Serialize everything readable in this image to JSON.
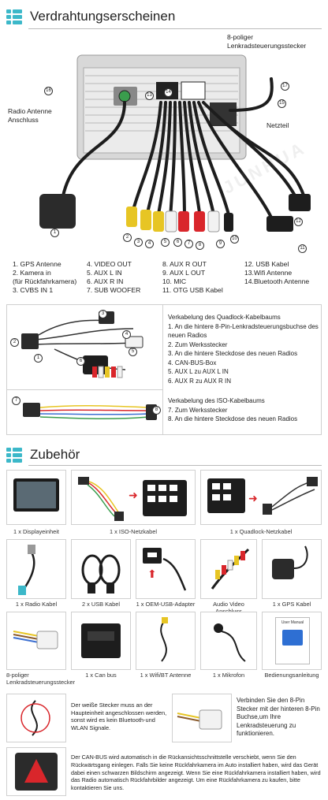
{
  "section1": {
    "title": "Verdrahtungserscheinen"
  },
  "wiring": {
    "top_label": "8-poliger\nLenkradsteuerungsstecker",
    "left_label": "Radio Antenne\nAnschluss",
    "right_label": "Netzteil",
    "watermark": "JUNHUA",
    "markers": [
      "1",
      "2",
      "3",
      "4",
      "5",
      "6",
      "7",
      "8",
      "9",
      "10",
      "11",
      "12",
      "13",
      "14",
      "15",
      "16",
      "17"
    ]
  },
  "legend": {
    "col1": [
      "1. GPS Antenne",
      "2. Kamera in",
      "(für Rückfahrkamera)",
      "3. CVBS IN 1"
    ],
    "col2": [
      "4. VIDEO OUT",
      "5. AUX L IN",
      "6. AUX R IN",
      "7. SUB WOOFER"
    ],
    "col3": [
      "8. AUX R OUT",
      "9. AUX L OUT",
      "10. MIC",
      "11. OTG USB Kabel"
    ],
    "col4": [
      "12. USB Kabel",
      "13.Wifi Antenne",
      "14.Bluetooth Antenne",
      ""
    ]
  },
  "quadlock": {
    "heading": "Verkabelung des Quadlock-Kabelbaums",
    "items": [
      "1. An die hintere 8-Pin-Lenkradsteuerungsbuchse des neuen Radios",
      "2. Zum Werksstecker",
      "3. An die hintere Steckdose des neuen Radios",
      "4. CAN-BUS-Box",
      "5. AUX L zu AUX L IN",
      "6. AUX R zu AUX R IN"
    ],
    "markers": [
      "1",
      "2",
      "3",
      "4",
      "5",
      "6"
    ]
  },
  "iso": {
    "heading": "Verkabelung des ISO-Kabelbaums",
    "items": [
      "7. Zum Werksstecker",
      "8. An die hintere Steckdose des neuen Radios"
    ],
    "markers": [
      "7",
      "8"
    ]
  },
  "section2": {
    "title": "Zubehör"
  },
  "accessories": [
    {
      "caption": "1 x Displayeinheit"
    },
    {
      "caption": "1 x ISO-Netzkabel"
    },
    {
      "caption": "1 x Quadlock-Netzkabel"
    },
    {
      "caption": "1 x Radio Kabel"
    },
    {
      "caption": "2 x USB Kabel"
    },
    {
      "caption": "1 x OEM-USB-Adapter"
    },
    {
      "caption": "Audio Video Anschluss"
    },
    {
      "caption": "1 x GPS Kabel"
    },
    {
      "caption": "8-poliger\nLenkradsteuerungsstecker"
    },
    {
      "caption": "1 x Can bus"
    },
    {
      "caption": "1 x Wifi/BT  Antenne"
    },
    {
      "caption": "1 x Mikrofon"
    },
    {
      "caption": "Bedienungsanleitung"
    }
  ],
  "manual_label": "User Manual",
  "notes": [
    {
      "text": "Der weiße Stecker muss an der Haupteinheit angeschlossen werden, sonst wird es kein Bluetooth-und WLAN Signale."
    },
    {
      "text": "Verbinden Sie den 8-Pin Stecker mit der hinteren 8-Pin Buchse,um Ihre Lenkradsteuerung zu funktionieren."
    },
    {
      "text": "Der CAN-BUS wird automatisch in die Rückansichtsschnittstelle verschiebt, wenn Sie den Rückwärtsgang einlegen. Falls Sie keine Rückfahrkamera im Auto installiert haben, wird das Gerät dabei einen schwarzen Bildschirm angezeigt. Wenn Sie eine Rückfahrkamera installiert haben, wird das Radio automatisch Rückfahrbilder angezeigt. Um eine Rückfahrkamera zu kaufen, bitte kontaktieren Sie uns."
    }
  ],
  "colors": {
    "accent": "#3cb8c9",
    "red": "#d9262b",
    "border": "#d0d0d0"
  }
}
